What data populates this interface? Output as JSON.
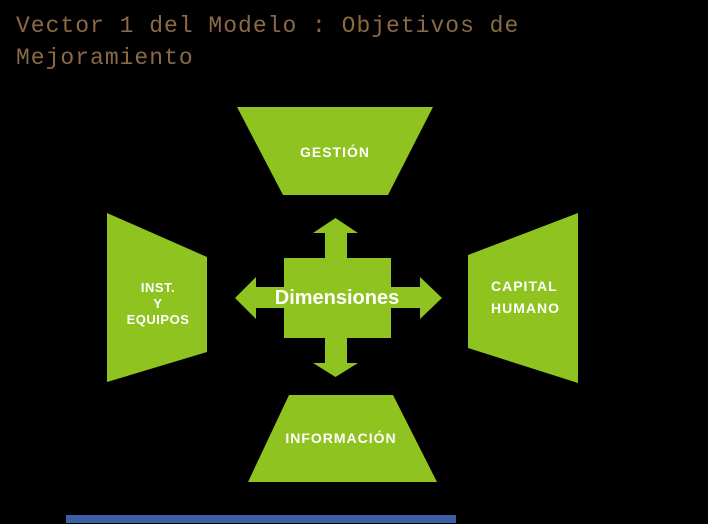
{
  "title": {
    "lines": [
      "Vector 1 del Modelo : Objetivos de",
      "Mejoramiento"
    ]
  },
  "colors": {
    "background": "#000000",
    "shape_green": "#8FC31F",
    "title_text": "#8A6A45",
    "label_text": "#FFFFFF",
    "footer_bar_blue": "#3B5FA5"
  },
  "diagram": {
    "center_label": "Dimensiones",
    "top_label": "GESTIÓN",
    "left_label_lines": [
      "INST.",
      "Y",
      "EQUIPOS"
    ],
    "right_label_lines": [
      "CAPITAL",
      "HUMANO"
    ],
    "bottom_label": "INFORMACIÓN"
  }
}
